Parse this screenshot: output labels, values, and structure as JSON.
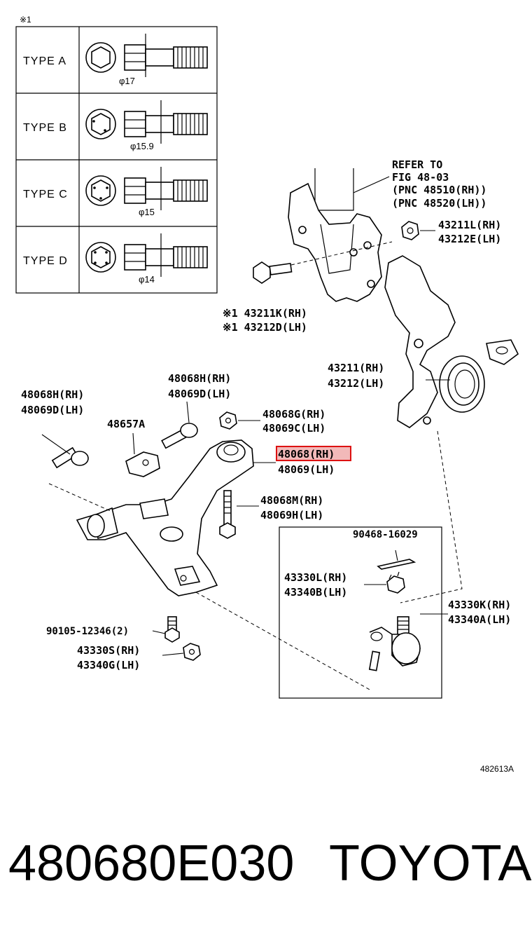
{
  "note_marker": "※1",
  "fastener_table": {
    "rows": [
      {
        "type": "TYPE A",
        "dia": "φ17"
      },
      {
        "type": "TYPE B",
        "dia": "φ15.9"
      },
      {
        "type": "TYPE C",
        "dia": "φ15"
      },
      {
        "type": "TYPE D",
        "dia": "φ14"
      }
    ]
  },
  "refer": {
    "line1": "REFER TO",
    "line2": "FIG 48-03",
    "line3": "(PNC 48510(RH))",
    "line4": "(PNC 48520(LH))"
  },
  "labels": {
    "nut_43211L": "43211L(RH)",
    "nut_43212E": "43212E(LH)",
    "bolt_43211K": "※1 43211K(RH)",
    "bolt_43212D": "※1 43212D(LH)",
    "knuckle_43211": "43211(RH)",
    "knuckle_43212": "43212(LH)",
    "bolt_48068H_left": "48068H(RH)",
    "bolt_48069D_left": "48069D(LH)",
    "bolt_48068H_top": "48068H(RH)",
    "bolt_48069D_top": "48069D(LH)",
    "nut_48068G": "48068G(RH)",
    "nut_48069C": "48069C(LH)",
    "bracket_48657A": "48657A",
    "arm_48068": "48068(RH)",
    "arm_48069": "48069(LH)",
    "bolt_48068M": "48068M(RH)",
    "bolt_48069H": "48069H(LH)",
    "pin_90468": "90468-16029",
    "nut_43330L": "43330L(RH)",
    "nut_43340B": "43340B(LH)",
    "joint_43330K": "43330K(RH)",
    "joint_43340A": "43340A(LH)",
    "bolt_90105": "90105-12346(2)",
    "nut_43330S": "43330S(RH)",
    "nut_43340G": "43340G(LH)"
  },
  "ref_code": "482613A",
  "part_number": "480680E030",
  "brand": "TOYOTA",
  "colors": {
    "highlight_fill": "#f2b9b9",
    "highlight_stroke": "#dd1111"
  }
}
